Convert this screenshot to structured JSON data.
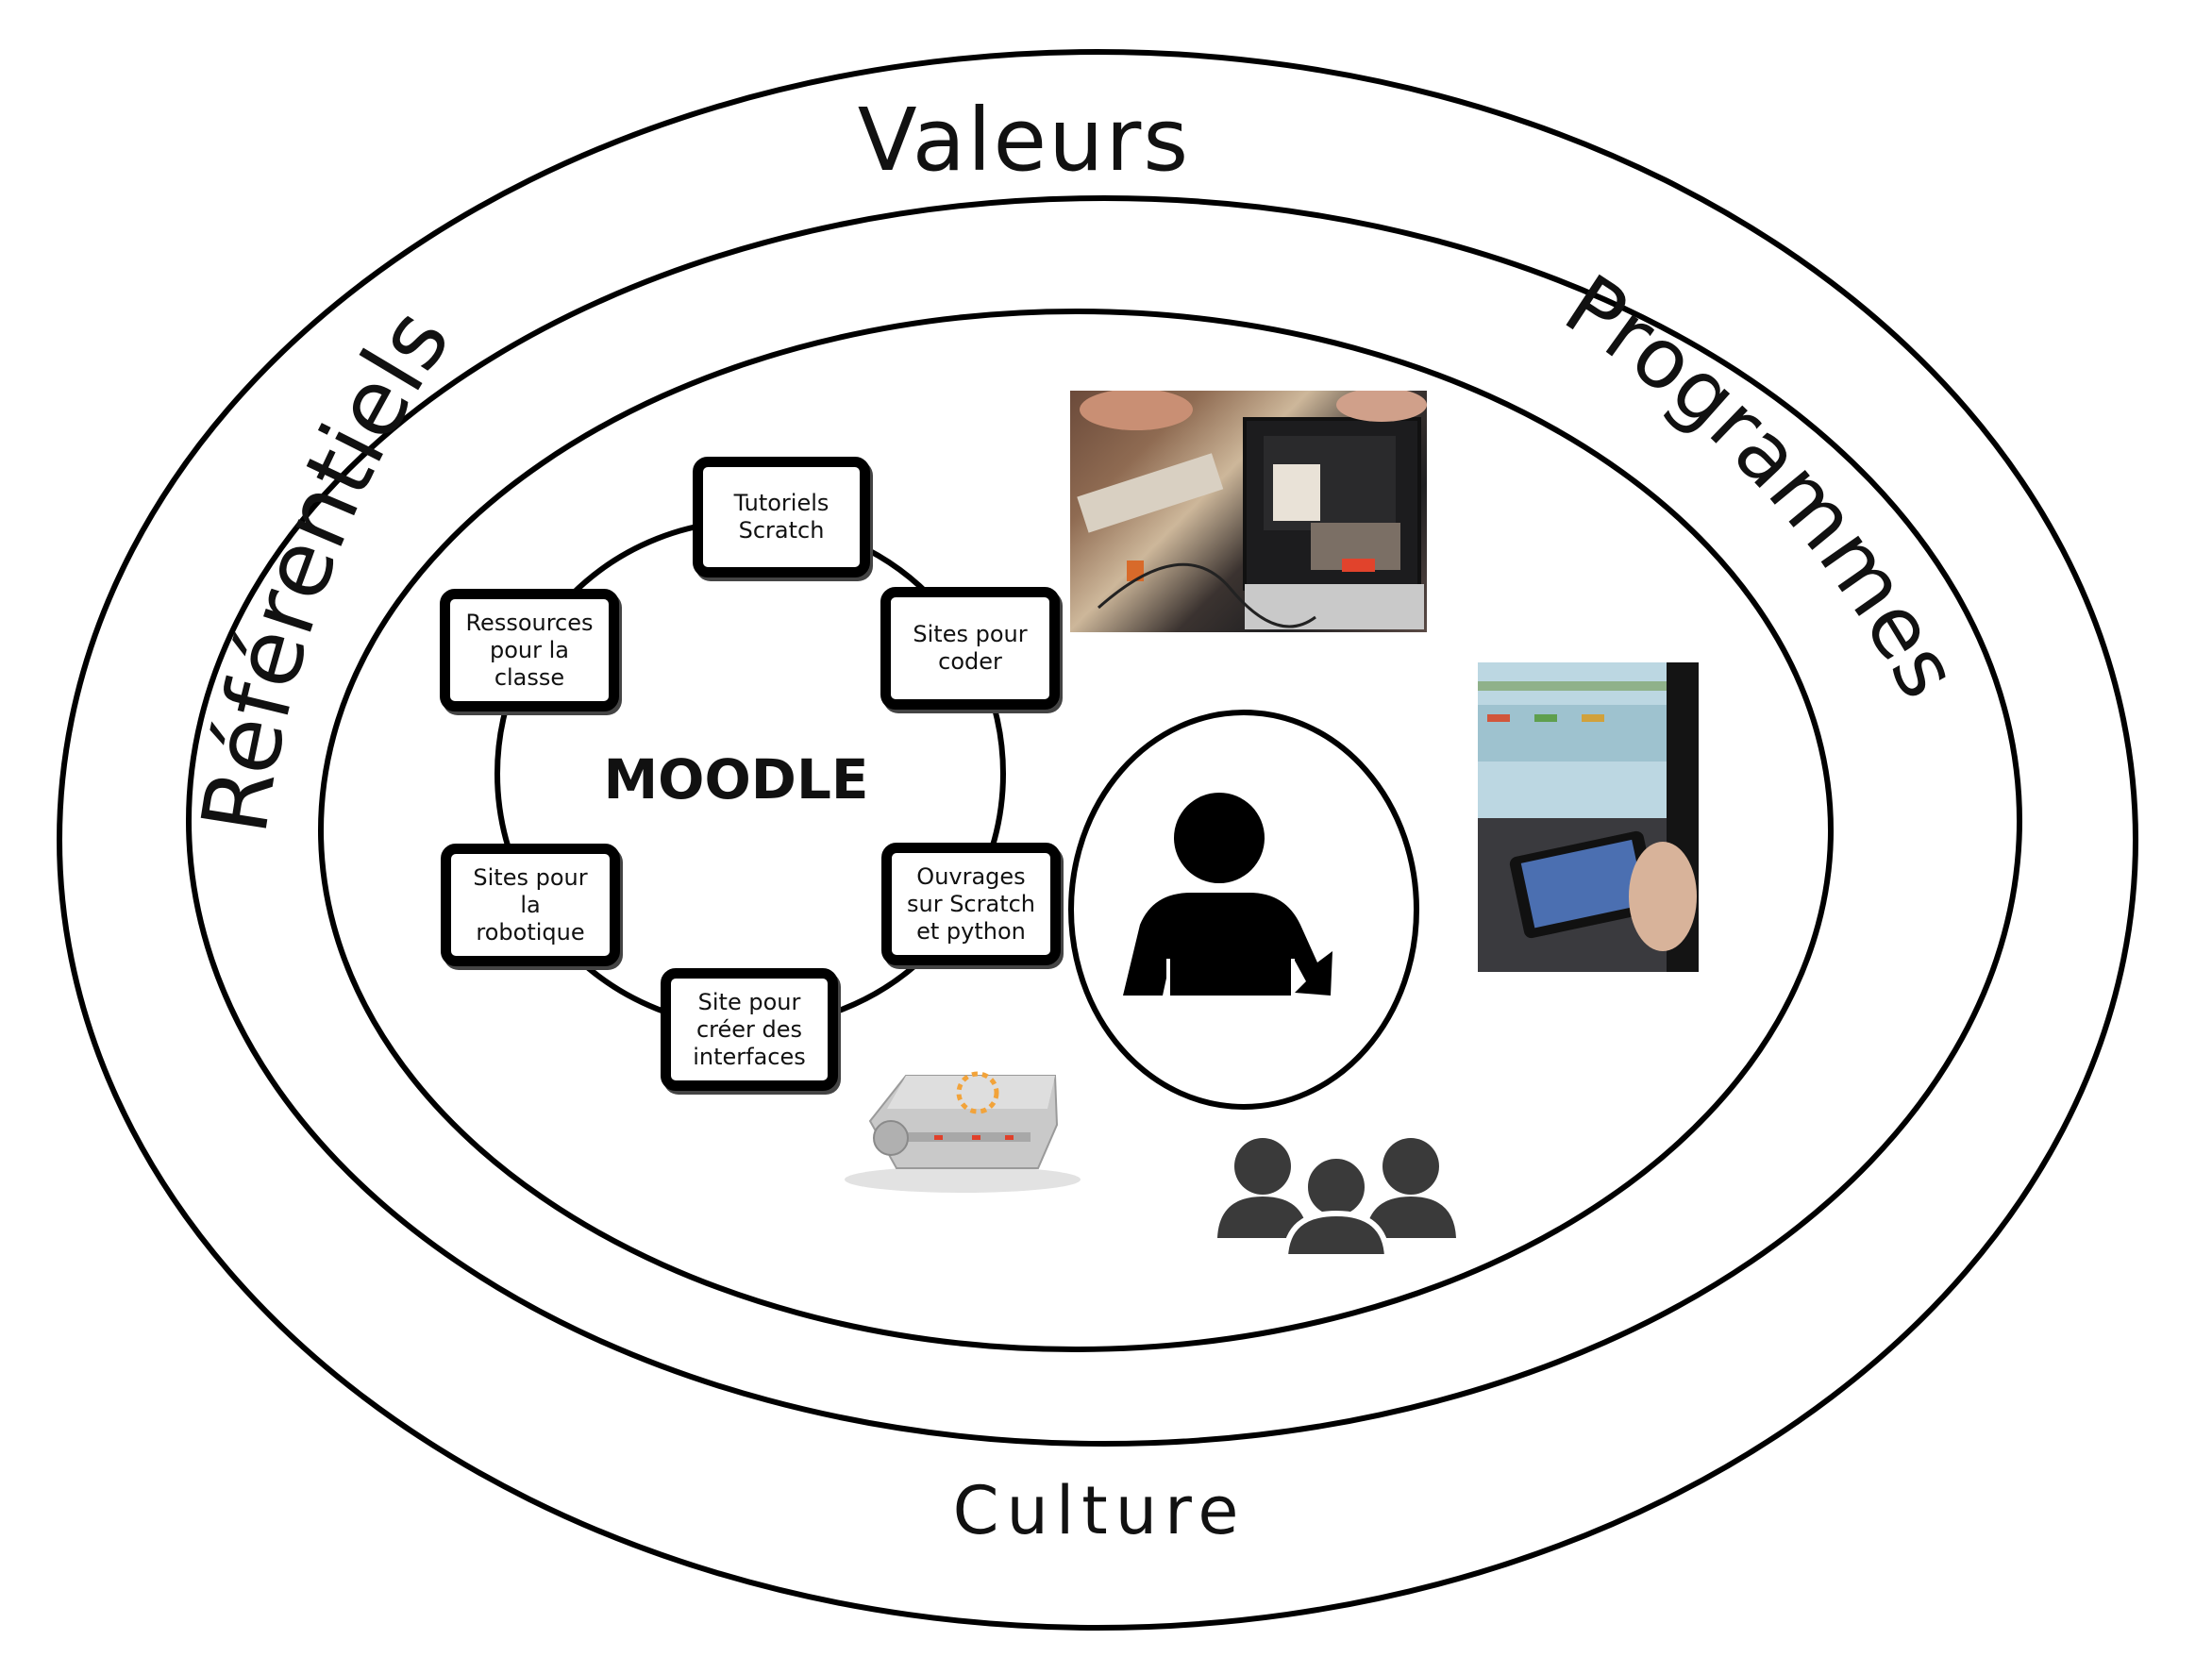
{
  "rings": {
    "outer_label": "Valeurs",
    "bottom_label": "Culture",
    "left_label": "Référentiels",
    "right_label": "Programmes"
  },
  "moodle": {
    "center_label": "MOODLE",
    "nodes": [
      {
        "id": "tutoriels",
        "label": "Tutoriels\nScratch"
      },
      {
        "id": "sites-coder",
        "label": "Sites pour\ncoder"
      },
      {
        "id": "ouvrages",
        "label": "Ouvrages\nsur Scratch\net python"
      },
      {
        "id": "interfaces",
        "label": "Site pour\ncréer des\ninterfaces"
      },
      {
        "id": "robotique",
        "label": "Sites pour\nla\nrobotique"
      },
      {
        "id": "ressources",
        "label": "Ressources\npour la\nclasse"
      }
    ]
  },
  "icons": {
    "teacher": "person-icon",
    "students": "group-icon",
    "robot": "thymio-robot-icon"
  },
  "colors": {
    "line": "#000000",
    "background": "#ffffff",
    "group_icon": "#3a3a3a"
  }
}
